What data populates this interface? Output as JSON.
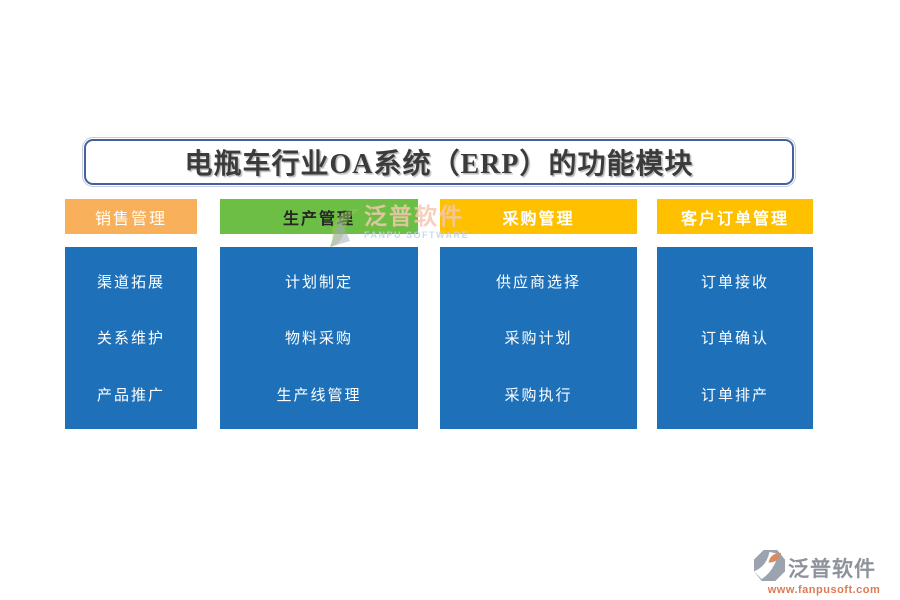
{
  "title": "电瓶车行业OA系统（ERP）的功能模块",
  "module_body_color": "#1E71B8",
  "columns": [
    {
      "header": "销售管理",
      "header_bg": "#F9B05A",
      "header_text_color": "#FFFFFF",
      "items": [
        "渠道拓展",
        "关系维护",
        "产品推广"
      ]
    },
    {
      "header": "生产管理",
      "header_bg": "#6DBE45",
      "header_text_color": "#262626",
      "items": [
        "计划制定",
        "物料采购",
        "生产线管理"
      ]
    },
    {
      "header": "采购管理",
      "header_bg": "#FFC000",
      "header_text_color": "#FFFFFF",
      "items": [
        "供应商选择",
        "采购计划",
        "采购执行"
      ]
    },
    {
      "header": "客户订单管理",
      "header_bg": "#FFC000",
      "header_text_color": "#FFFFFF",
      "items": [
        "订单接收",
        "订单确认",
        "订单排产"
      ]
    }
  ],
  "watermark_center": {
    "name": "泛普软件",
    "subtitle": "FANPU SOFTWARE"
  },
  "watermark_corner": {
    "name": "泛普软件",
    "url": "www.fanpusoft.com"
  }
}
